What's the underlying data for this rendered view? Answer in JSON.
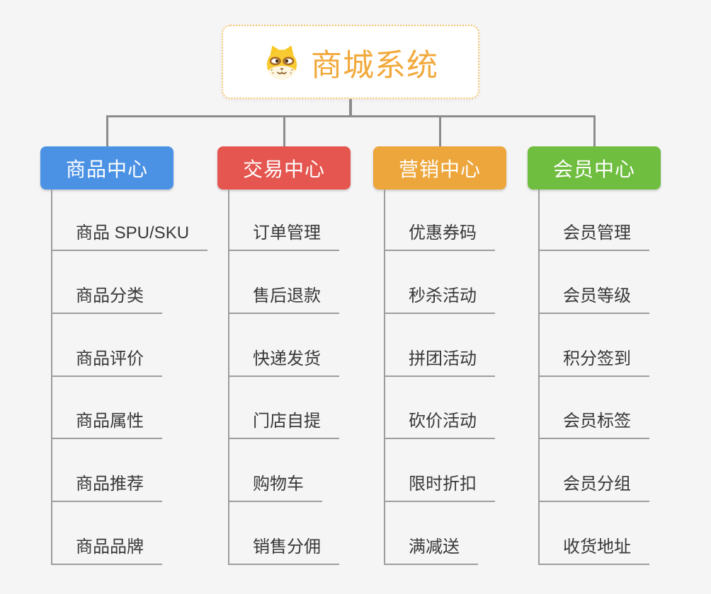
{
  "root": {
    "title": "商城系统",
    "icon": "shiba-dog-icon"
  },
  "colors": {
    "background": "#f5f5f5",
    "root_border": "#f2c068",
    "root_text": "#f2a93c",
    "connector": "#8c8c8c",
    "spine": "#9d9d9d",
    "underline": "#9d9d9d",
    "item_text": "#383838"
  },
  "branches": [
    {
      "label": "商品中心",
      "color": "#4b92e5",
      "items": [
        "商品 SPU/SKU",
        "商品分类",
        "商品评价",
        "商品属性",
        "商品推荐",
        "商品品牌"
      ]
    },
    {
      "label": "交易中心",
      "color": "#e4564f",
      "items": [
        "订单管理",
        "售后退款",
        "快递发货",
        "门店自提",
        "购物车",
        "销售分佣"
      ]
    },
    {
      "label": "营销中心",
      "color": "#eda63b",
      "items": [
        "优惠券码",
        "秒杀活动",
        "拼团活动",
        "砍价活动",
        "限时折扣",
        "满减送"
      ]
    },
    {
      "label": "会员中心",
      "color": "#6fbe40",
      "items": [
        "会员管理",
        "会员等级",
        "积分签到",
        "会员标签",
        "会员分组",
        "收货地址"
      ]
    }
  ]
}
